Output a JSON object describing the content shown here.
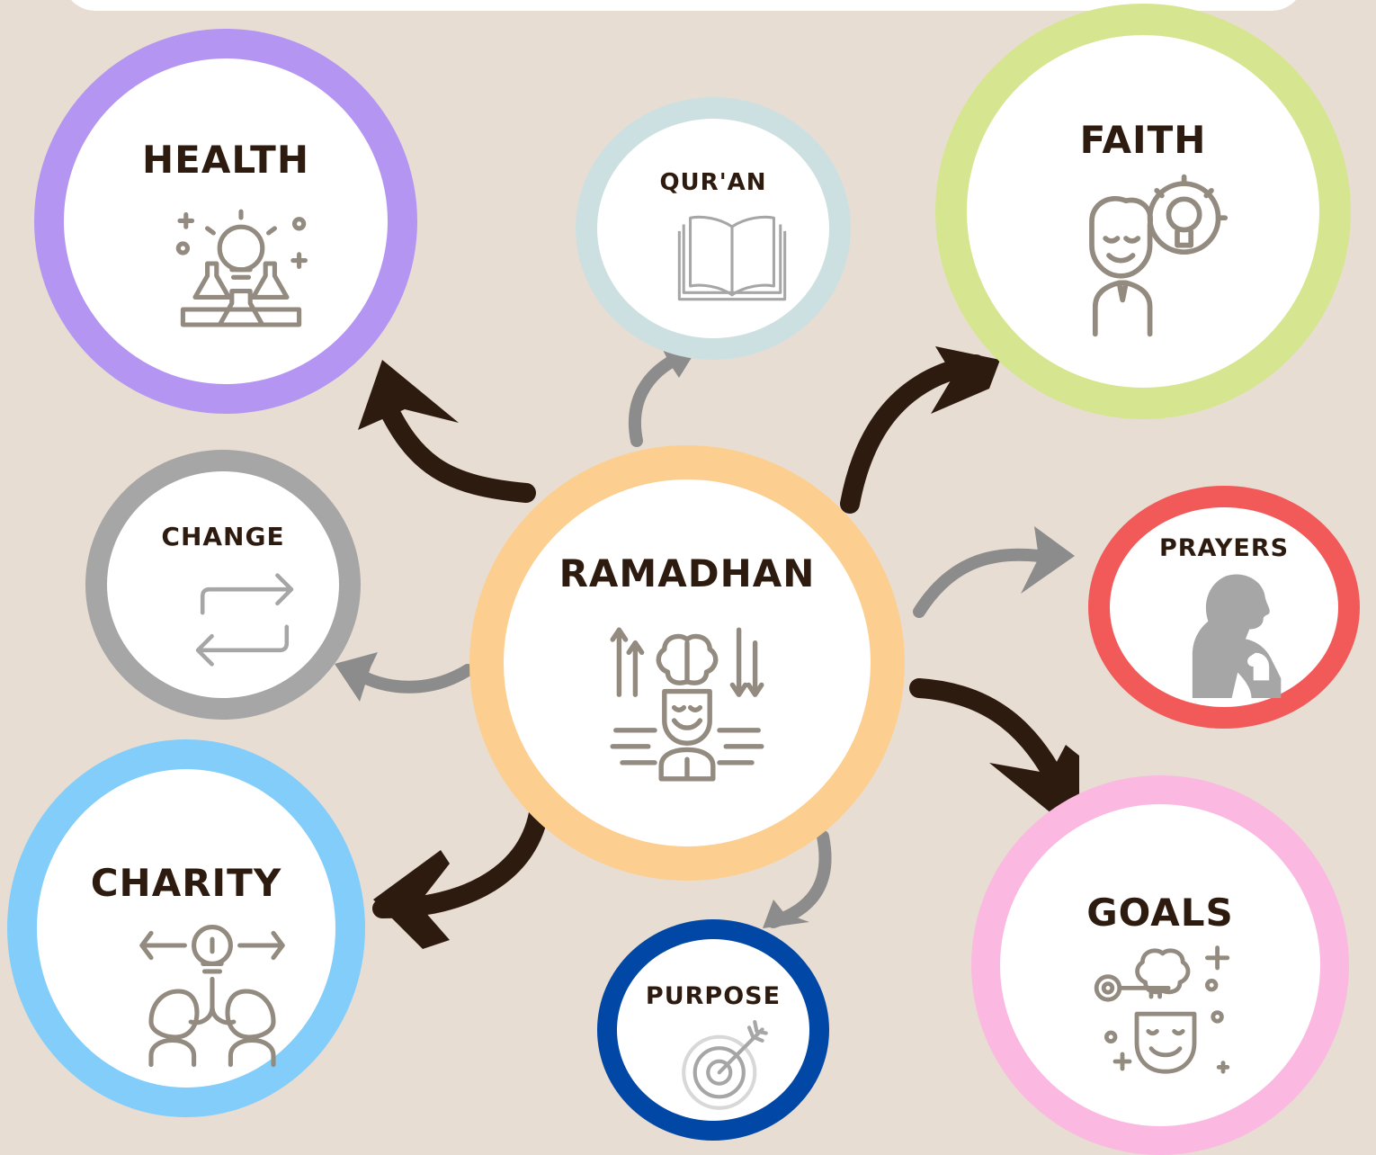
{
  "nodes": {
    "health": {
      "label": "HEALTH",
      "color": "#b496f2",
      "icon": "lab-flasks-icon"
    },
    "quran": {
      "label": "QUR'AN",
      "color": "#cde0e1",
      "icon": "open-book-icon"
    },
    "faith": {
      "label": "FAITH",
      "color": "#d6e690",
      "icon": "person-idea-gear-icon"
    },
    "change": {
      "label": "CHANGE",
      "color": "#a6a6a6",
      "icon": "swap-arrows-icon"
    },
    "ramadhan": {
      "label": "RAMADHAN",
      "color": "#fccf90",
      "icon": "meditating-mind-icon"
    },
    "prayers": {
      "label": "PRAYERS",
      "color": "#f25a5a",
      "icon": "praying-person-icon"
    },
    "charity": {
      "label": "CHARITY",
      "color": "#82cdfa",
      "icon": "shared-idea-people-icon"
    },
    "purpose": {
      "label": "PURPOSE",
      "color": "#0047a6",
      "icon": "target-arrow-icon"
    },
    "goals": {
      "label": "GOALS",
      "color": "#fbb8e1",
      "icon": "mind-key-icon"
    }
  },
  "arrow_colors": {
    "primary": "#2e1b0f",
    "secondary": "#8c8c8c"
  },
  "icon_color": "#938a80"
}
